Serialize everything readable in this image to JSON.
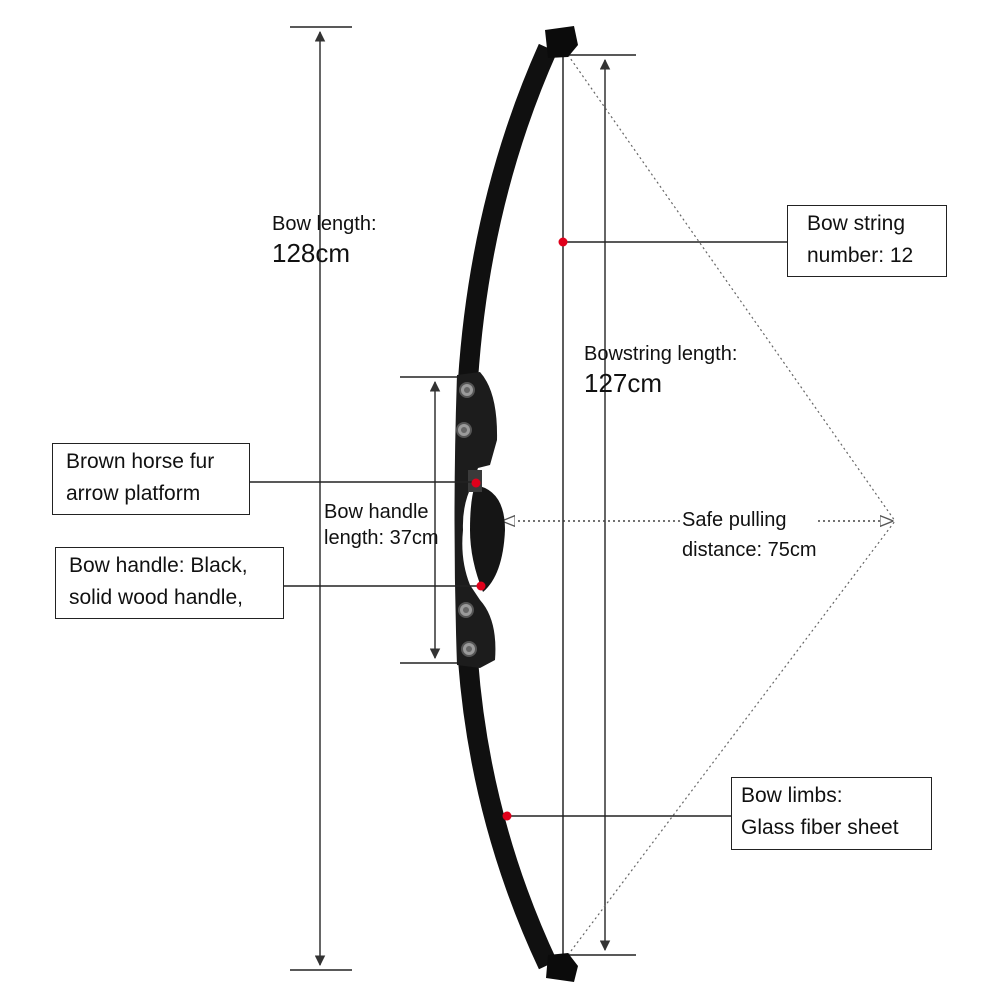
{
  "colors": {
    "bow": "#111111",
    "grip": "#1c1c1c",
    "marker": "#e0001b",
    "line": "#222222",
    "bolt": "#9a9a9a"
  },
  "icons": [
    "bow-illustration",
    "bolt-icon",
    "arrow-marker"
  ],
  "labels": {
    "bow_length": {
      "line1": "Bow length:",
      "line2": "128cm"
    },
    "bowstring_length": {
      "line1": "Bowstring length:",
      "line2": "127cm"
    },
    "bow_handle_length": {
      "line1": "Bow handle",
      "line2": "length: 37cm"
    },
    "safe_pulling": {
      "line1": "Safe pulling",
      "line2": "distance: 75cm"
    }
  },
  "callouts": {
    "bow_string": {
      "line1": "Bow string",
      "line2": "number: 12"
    },
    "arrow_platform": {
      "line1": "Brown horse fur",
      "line2": "arrow platform"
    },
    "bow_handle": {
      "line1": "Bow handle: Black,",
      "line2": "solid wood handle,"
    },
    "bow_limbs": {
      "line1": "Bow limbs:",
      "line2": "Glass fiber sheet"
    }
  }
}
